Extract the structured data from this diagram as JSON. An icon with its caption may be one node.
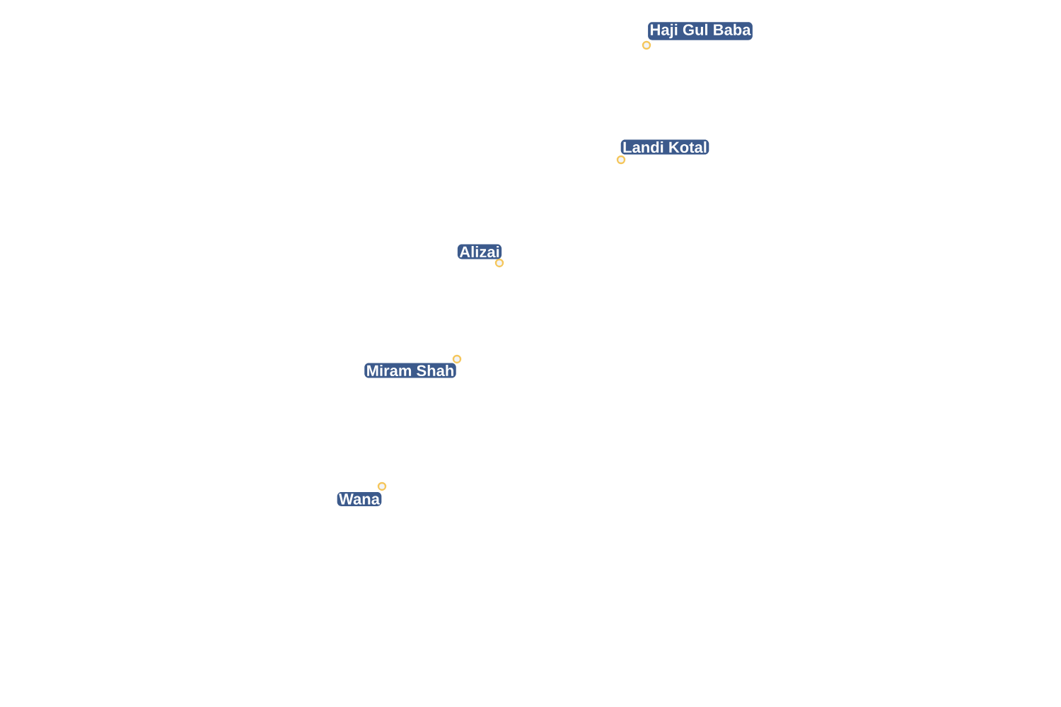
{
  "diagram": {
    "nodes": [
      {
        "text": [],
        "shape": "circle",
        "beside": [
          "Haji Gul Baba"
        ]
      },
      {
        "text": [],
        "shape": "circle",
        "beside": [
          "Landi Kotal"
        ]
      },
      {
        "text": [],
        "shape": "circle",
        "beside": [
          "Alizai"
        ]
      },
      {
        "text": [],
        "shape": "circle",
        "beside": [
          "Miram Shah"
        ]
      },
      {
        "text": [],
        "shape": "circle",
        "beside": [
          "Wana"
        ]
      }
    ]
  }
}
